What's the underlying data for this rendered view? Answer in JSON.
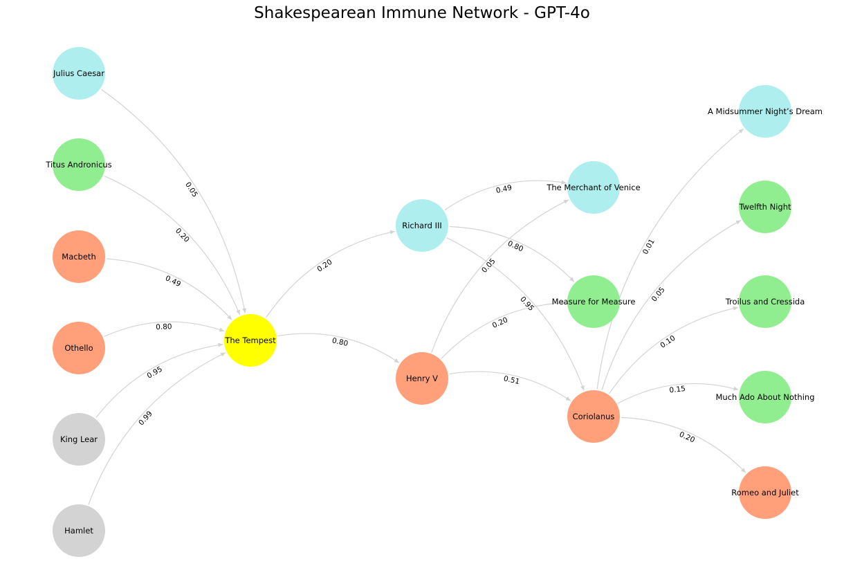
{
  "title": "Shakespearean Immune Network - GPT-4o",
  "colors": {
    "cyan": "#afeeee",
    "green": "#90ee90",
    "salmon": "#ffa07a",
    "gray": "#d3d3d3",
    "yellow": "#ffff00",
    "edge": "#d3d3d3"
  },
  "nodes": [
    {
      "id": "julius",
      "label": "Julius Caesar",
      "color": "cyan"
    },
    {
      "id": "titus",
      "label": "Titus Andronicus",
      "color": "green"
    },
    {
      "id": "macbeth",
      "label": "Macbeth",
      "color": "salmon"
    },
    {
      "id": "othello",
      "label": "Othello",
      "color": "salmon"
    },
    {
      "id": "lear",
      "label": "King Lear",
      "color": "gray"
    },
    {
      "id": "hamlet",
      "label": "Hamlet",
      "color": "gray"
    },
    {
      "id": "tempest",
      "label": "The Tempest",
      "color": "yellow"
    },
    {
      "id": "richard",
      "label": "Richard III",
      "color": "cyan"
    },
    {
      "id": "henry",
      "label": "Henry V",
      "color": "salmon"
    },
    {
      "id": "merchant",
      "label": "The Merchant of Venice",
      "color": "cyan"
    },
    {
      "id": "measure",
      "label": "Measure for Measure",
      "color": "green"
    },
    {
      "id": "coriolanus",
      "label": "Coriolanus",
      "color": "salmon"
    },
    {
      "id": "midsummer",
      "label": "A Midsummer Night’s Dream",
      "color": "cyan"
    },
    {
      "id": "twelfth",
      "label": "Twelfth Night",
      "color": "green"
    },
    {
      "id": "troilus",
      "label": "Troilus and Cressida",
      "color": "green"
    },
    {
      "id": "muchado",
      "label": "Much Ado About Nothing",
      "color": "green"
    },
    {
      "id": "romeo",
      "label": "Romeo and Juliet",
      "color": "salmon"
    }
  ],
  "edges": [
    {
      "from": "julius",
      "to": "tempest",
      "weight": "0.05"
    },
    {
      "from": "titus",
      "to": "tempest",
      "weight": "0.20"
    },
    {
      "from": "macbeth",
      "to": "tempest",
      "weight": "0.49"
    },
    {
      "from": "othello",
      "to": "tempest",
      "weight": "0.80"
    },
    {
      "from": "lear",
      "to": "tempest",
      "weight": "0.95"
    },
    {
      "from": "hamlet",
      "to": "tempest",
      "weight": "0.99"
    },
    {
      "from": "tempest",
      "to": "richard",
      "weight": "0.20"
    },
    {
      "from": "tempest",
      "to": "henry",
      "weight": "0.80"
    },
    {
      "from": "richard",
      "to": "merchant",
      "weight": "0.49"
    },
    {
      "from": "richard",
      "to": "measure",
      "weight": "0.80"
    },
    {
      "from": "richard",
      "to": "coriolanus",
      "weight": "0.95"
    },
    {
      "from": "henry",
      "to": "merchant",
      "weight": "0.05"
    },
    {
      "from": "henry",
      "to": "measure",
      "weight": "0.20"
    },
    {
      "from": "henry",
      "to": "coriolanus",
      "weight": "0.51"
    },
    {
      "from": "coriolanus",
      "to": "midsummer",
      "weight": "0.01"
    },
    {
      "from": "coriolanus",
      "to": "twelfth",
      "weight": "0.05"
    },
    {
      "from": "coriolanus",
      "to": "troilus",
      "weight": "0.10"
    },
    {
      "from": "coriolanus",
      "to": "muchado",
      "weight": "0.15"
    },
    {
      "from": "coriolanus",
      "to": "romeo",
      "weight": "0.20"
    }
  ]
}
